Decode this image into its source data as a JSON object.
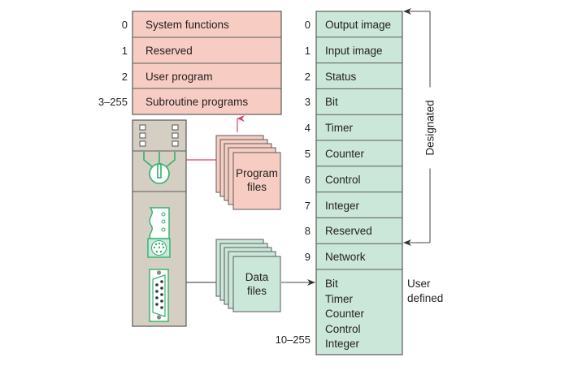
{
  "colors": {
    "program_fill": "#f7cdc3",
    "data_fill": "#cbe7d9",
    "plc_body": "#d5cfc3",
    "plc_accent": "#2db36b",
    "program_link": "#e0435c",
    "outline": "#5a5a5a"
  },
  "program_file_table": {
    "rows": [
      {
        "index": "0",
        "label": "System functions"
      },
      {
        "index": "1",
        "label": "Reserved"
      },
      {
        "index": "2",
        "label": "User program"
      },
      {
        "index": "3–255",
        "label": "Subroutine programs"
      }
    ]
  },
  "data_file_table": {
    "rows": [
      {
        "index": "0",
        "label": "Output image"
      },
      {
        "index": "1",
        "label": "Input image"
      },
      {
        "index": "2",
        "label": "Status"
      },
      {
        "index": "3",
        "label": "Bit"
      },
      {
        "index": "4",
        "label": "Timer"
      },
      {
        "index": "5",
        "label": "Counter"
      },
      {
        "index": "6",
        "label": "Control"
      },
      {
        "index": "7",
        "label": "Integer"
      },
      {
        "index": "8",
        "label": "Reserved"
      },
      {
        "index": "9",
        "label": "Network"
      }
    ],
    "user_defined": {
      "index": "10–255",
      "items": [
        "Bit",
        "Timer",
        "Counter",
        "Control",
        "Integer"
      ],
      "label_line1": "User",
      "label_line2": "defined"
    }
  },
  "designated_label": "Designated",
  "program_files_label": {
    "line1": "Program",
    "line2": "files"
  },
  "data_files_label": {
    "line1": "Data",
    "line2": "files"
  }
}
